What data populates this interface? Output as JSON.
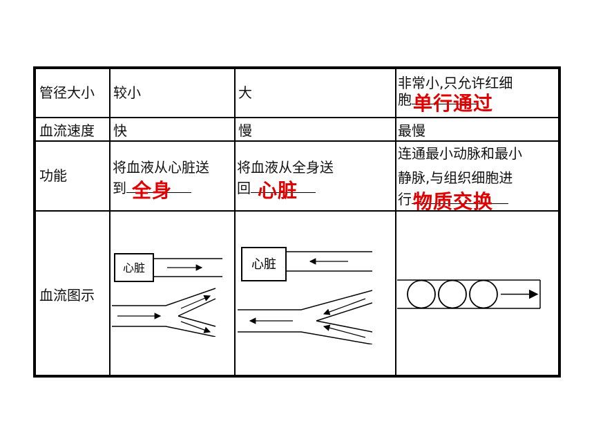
{
  "rows": {
    "diameter": {
      "header": "管径大小",
      "artery": "较小",
      "vein": "大",
      "capillary_line1": "非常小,只允许红细",
      "capillary_prefix": "胞",
      "capillary_answer": "单行通过"
    },
    "speed": {
      "header": "血流速度",
      "artery": "快",
      "vein": "慢",
      "capillary": "最慢"
    },
    "function": {
      "header": "功能",
      "artery_line1": "将血液从心脏送",
      "artery_prefix": "到",
      "artery_answer": "全身",
      "vein_line1": "将血液从全身送",
      "vein_prefix": "回",
      "vein_answer": "心脏",
      "capillary_line1": "连通最小动脉和最小",
      "capillary_line2": "静脉,与组织细胞进",
      "capillary_prefix": "行",
      "capillary_answer": "物质交换"
    },
    "diagram": {
      "header": "血流图示",
      "artery_heart_label": "心脏",
      "vein_heart_label": "心脏"
    }
  }
}
